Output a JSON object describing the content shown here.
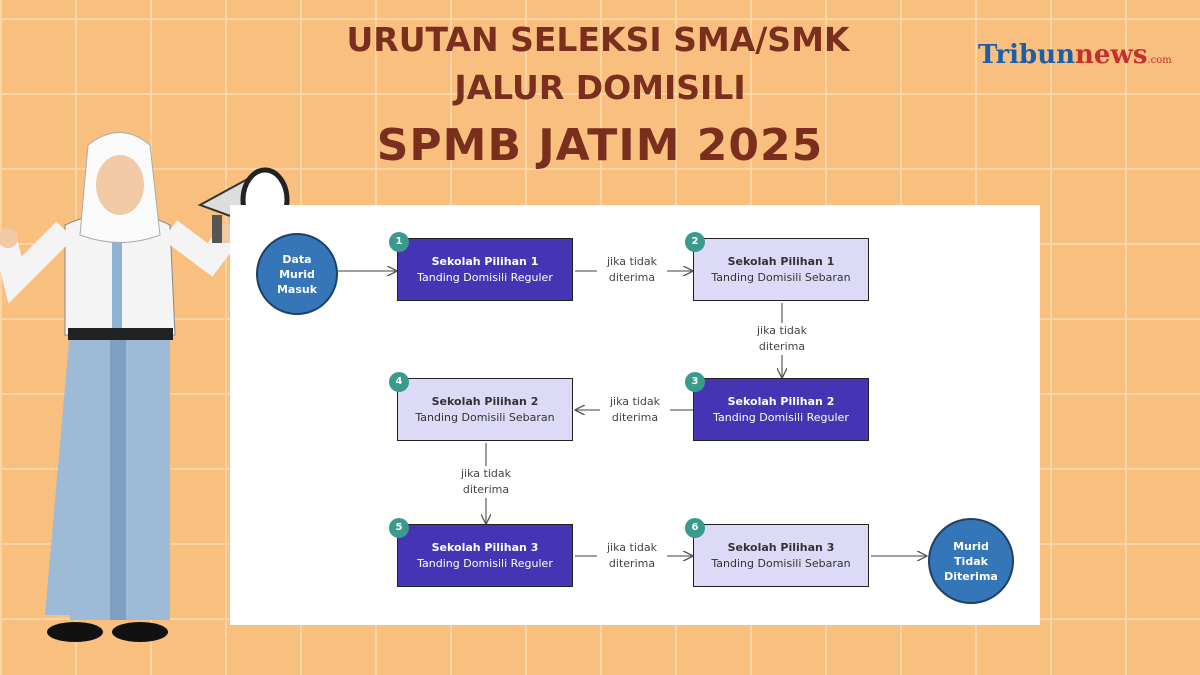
{
  "title": {
    "line1": "URUTAN SELEKSI SMA/SMK",
    "line2": "JALUR DOMISILI",
    "line3": "SPMB JATIM 2025"
  },
  "logo": {
    "part1": "Tribun",
    "part2": "news",
    "part3": ".com"
  },
  "start": {
    "l1": "Data",
    "l2": "Murid",
    "l3": "Masuk"
  },
  "end": {
    "l1": "Murid",
    "l2": "Tidak",
    "l3": "Diterima"
  },
  "steps": [
    {
      "num": "1",
      "title": "Sekolah Pilihan 1",
      "sub": "Tanding Domisili Reguler"
    },
    {
      "num": "2",
      "title": "Sekolah Pilihan 1",
      "sub": "Tanding Domisili Sebaran"
    },
    {
      "num": "3",
      "title": "Sekolah Pilihan 2",
      "sub": "Tanding Domisili Reguler"
    },
    {
      "num": "4",
      "title": "Sekolah Pilihan 2",
      "sub": "Tanding Domisili Sebaran"
    },
    {
      "num": "5",
      "title": "Sekolah Pilihan 3",
      "sub": "Tanding Domisili Reguler"
    },
    {
      "num": "6",
      "title": "Sekolah Pilihan 3",
      "sub": "Tanding Domisili Sebaran"
    }
  ],
  "edge_label": {
    "l1": "jika tidak",
    "l2": "diterima"
  },
  "colors": {
    "title": "#7a2e1e",
    "dark_box": "#4535b5",
    "light_box": "#dcdaf7",
    "badge": "#3a9a8c",
    "circle": "#3576b8"
  }
}
